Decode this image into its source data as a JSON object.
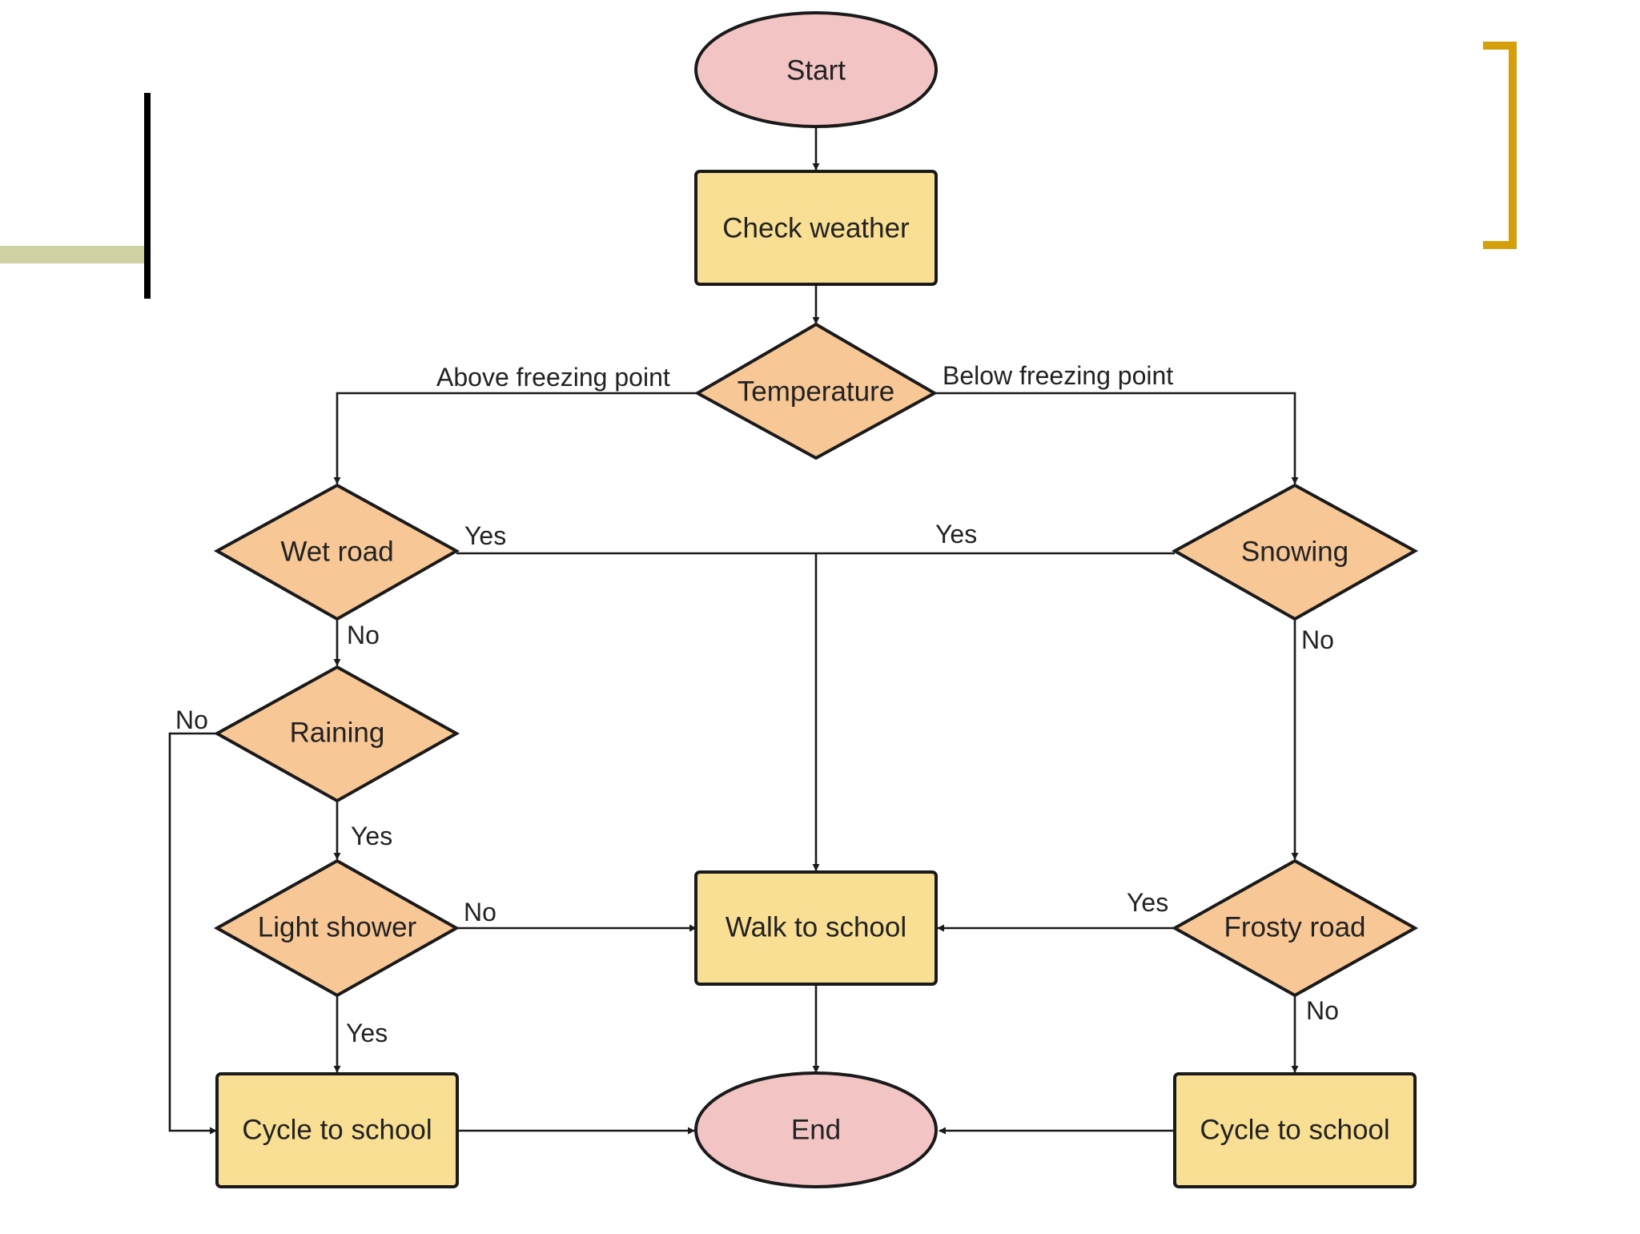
{
  "colors": {
    "background": "#ffffff",
    "terminal_fill": "#f2c4c4",
    "process_fill": "#f9df93",
    "decision_fill": "#f8c796",
    "stroke": "#1a1a1a",
    "decor_bar": "#cfd1a2",
    "decor_bracket": "#d49f0a"
  },
  "nodes": {
    "start": "Start",
    "check_weather": "Check weather",
    "temperature": "Temperature",
    "wet_road": "Wet road",
    "snowing": "Snowing",
    "raining": "Raining",
    "light_shower": "Light shower",
    "walk_to_school": "Walk to school",
    "frosty_road": "Frosty road",
    "cycle_left": "Cycle to school",
    "end": "End",
    "cycle_right": "Cycle to school"
  },
  "edge_labels": {
    "above_freezing": "Above freezing point",
    "below_freezing": "Below freezing point",
    "wet_yes": "Yes",
    "snowing_yes": "Yes",
    "wet_no": "No",
    "snowing_no": "No",
    "raining_no": "No",
    "raining_yes": "Yes",
    "shower_no": "No",
    "frosty_yes": "Yes",
    "shower_yes": "Yes",
    "frosty_no": "No"
  }
}
